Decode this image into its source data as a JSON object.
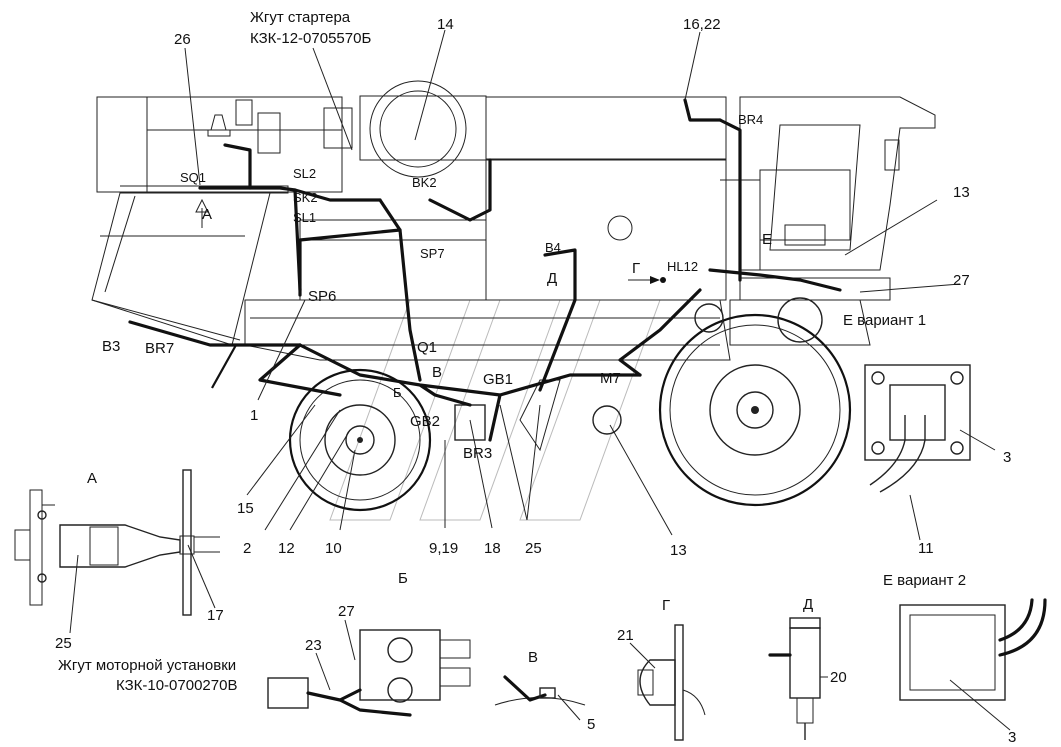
{
  "callouts": {
    "starter_harness_line1": "Жгут стартера",
    "starter_harness_line2": "КЗК-12-0705570Б",
    "engine_harness_line1": "Жгут моторной установки",
    "engine_harness_line2": "КЗК-10-0700270В",
    "n26": "26",
    "n14": "14",
    "n16_22": "16,22",
    "n13_top": "13",
    "n27_top": "27",
    "n1": "1",
    "n15": "15",
    "n2": "2",
    "n12": "12",
    "n10": "10",
    "n9_19": "9,19",
    "n18": "18",
    "n25_mid": "25",
    "n13_bottom": "13",
    "n3_top": "3",
    "n11": "11",
    "n17": "17",
    "n25_a": "25",
    "n27_b": "27",
    "n23": "23",
    "n5": "5",
    "n21": "21",
    "n20": "20",
    "n3_bottom": "3"
  },
  "component_labels": {
    "sq1": "SQ1",
    "sl2": "SL2",
    "sk2": "SK2",
    "sl1": "SL1",
    "bk2": "BK2",
    "sp7": "SP7",
    "sp6": "SP6",
    "b4": "B4",
    "hl12": "HL12",
    "br4": "BR4",
    "b3": "B3",
    "br7": "BR7",
    "q1": "Q1",
    "gb1": "GB1",
    "gb2": "GB2",
    "br3": "BR3",
    "m7": "M7"
  },
  "view_markers": {
    "a_arrow": "А",
    "b_arrow": "Б",
    "v_arrow": "В",
    "g_arrow": "Г",
    "d_arrow": "Д",
    "e_arrow": "Е"
  },
  "view_titles": {
    "a": "А",
    "b": "Б",
    "v": "В",
    "g": "Г",
    "d": "Д",
    "e1": "Е вариант 1",
    "e2": "Е вариант 2"
  }
}
